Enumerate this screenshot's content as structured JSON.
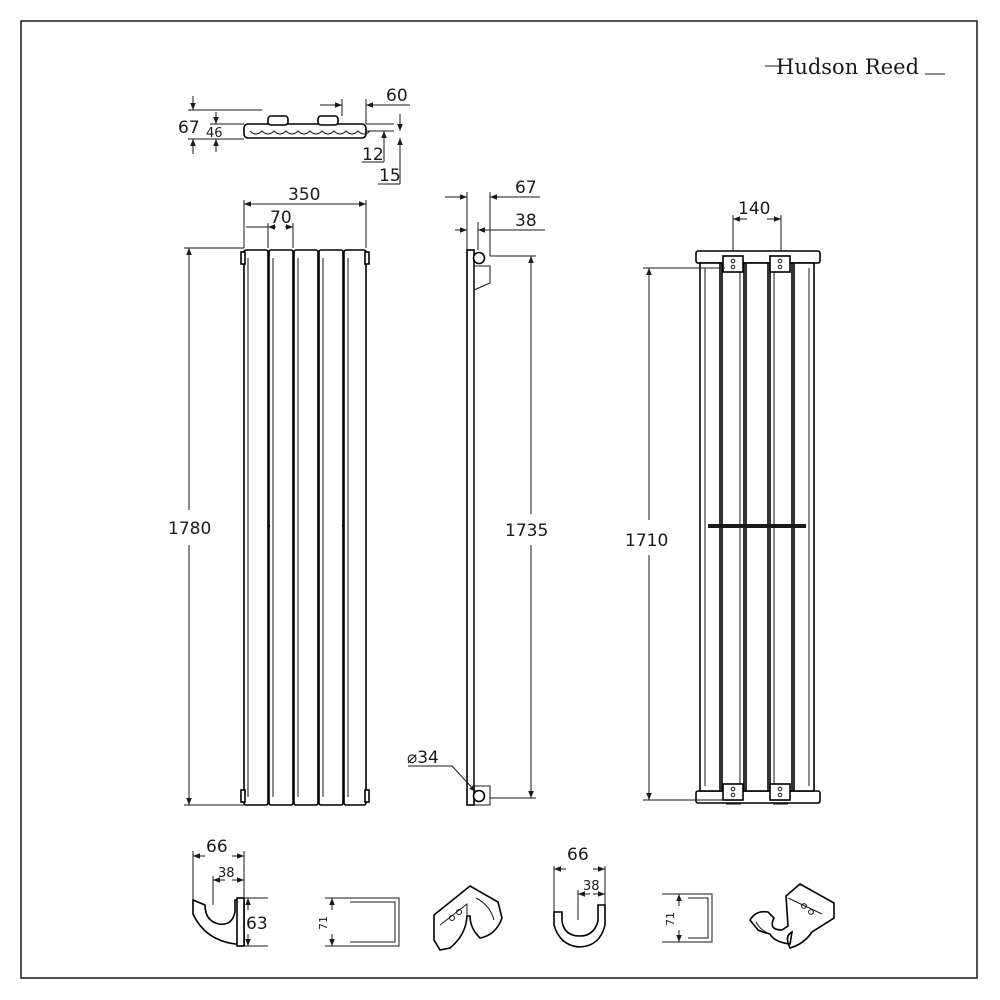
{
  "brand": {
    "name": "Hudson Reed"
  },
  "top_view": {
    "depth_total": "67",
    "depth_inner": "46",
    "offset": "60",
    "gap_a": "12",
    "gap_b": "15"
  },
  "front_view": {
    "width": "350",
    "panel_pitch": "70",
    "height": "1780"
  },
  "side_view": {
    "depth_total": "67",
    "depth_wall": "38",
    "height": "1735",
    "pipe_diameter": "⌀34"
  },
  "rear_view": {
    "bracket_spacing": "140",
    "height": "1710"
  },
  "bracket_a": {
    "width": "66",
    "inner": "38",
    "height": "63",
    "clip_height": "71"
  },
  "bracket_b": {
    "width": "66",
    "inner": "38",
    "clip_height": "71"
  }
}
